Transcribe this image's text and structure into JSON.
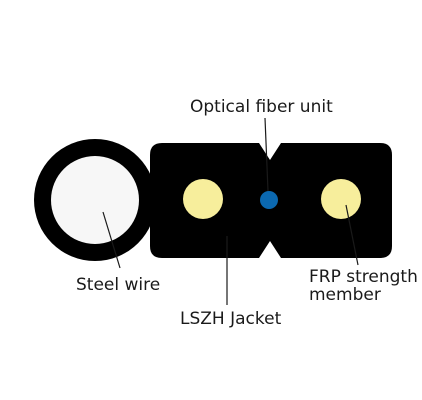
{
  "labels": {
    "optical_fiber_unit": "Optical fiber unit",
    "steel_wire": "Steel wire",
    "frp_strength_line1": "FRP strength",
    "frp_strength_line2": "member",
    "lszh_jacket": "LSZH Jacket"
  },
  "colors": {
    "jacket": "#000000",
    "steel_wire_core": "#f7f7f7",
    "frp_member": "#f7ee9c",
    "optical_fiber": "#0b68b0",
    "leader_line": "#1a1a1a"
  }
}
